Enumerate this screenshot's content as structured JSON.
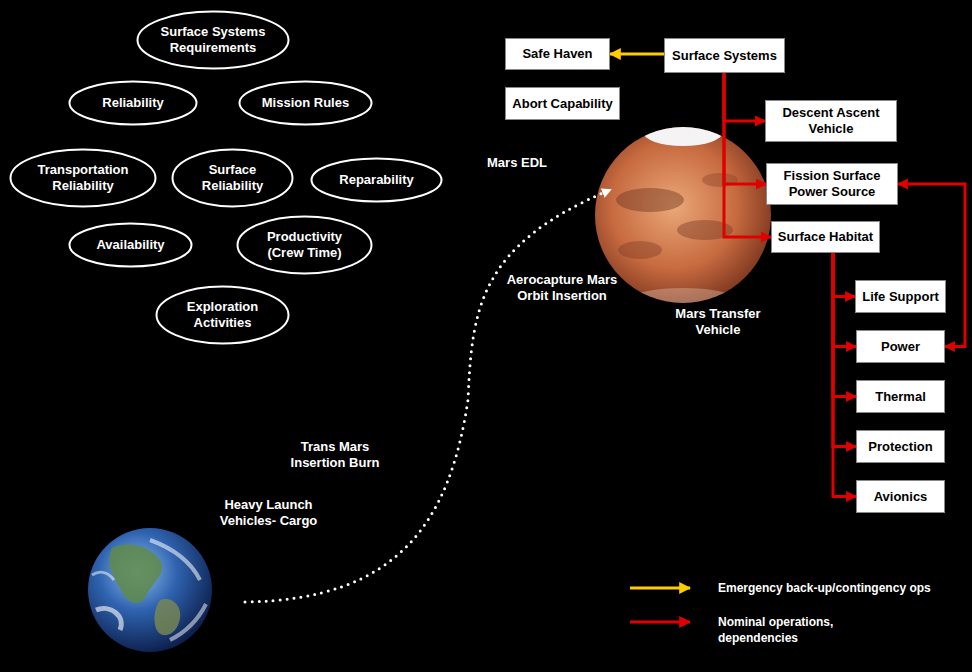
{
  "diagram": {
    "nodes": [
      {
        "text": [
          "Surface Systems Requirements"
        ]
      },
      {
        "text": [
          "Reliability"
        ]
      },
      {
        "text": [
          "Mission Rules"
        ]
      },
      {
        "text": [
          "Transportation Reliability"
        ]
      },
      {
        "text": [
          "Surface Reliability"
        ]
      },
      {
        "text": [
          "Reparability"
        ]
      },
      {
        "text": [
          "Availability"
        ]
      },
      {
        "text": [
          "Productivity (Crew Time)"
        ]
      },
      {
        "text": [
          "Exploration Activities"
        ]
      },
      {
        "text": [
          "Safe Haven"
        ]
      },
      {
        "text": [
          "Surface Systems"
        ]
      },
      {
        "text": [
          "Abort Capability"
        ]
      },
      {
        "text": [
          "Descent Ascent Vehicle"
        ]
      },
      {
        "text": [
          "Fission Surface Power Source"
        ]
      },
      {
        "text": [
          "Surface Habitat"
        ]
      },
      {
        "text": [
          "Life Support"
        ]
      },
      {
        "text": [
          "Power"
        ]
      },
      {
        "text": [
          "Thermal"
        ]
      },
      {
        "text": [
          "Protection"
        ]
      },
      {
        "text": [
          "Avionics"
        ]
      }
    ],
    "edges": [
      {
        "from": 10,
        "to": 9,
        "arrow": "to"
      },
      {
        "from": 10,
        "to": 12,
        "arrow": "to"
      },
      {
        "from": 10,
        "to": 13,
        "arrow": "to"
      },
      {
        "from": 10,
        "to": 14,
        "arrow": "to"
      },
      {
        "from": 14,
        "to": 15,
        "arrow": "to"
      },
      {
        "from": 14,
        "to": 16,
        "arrow": "to"
      },
      {
        "from": 14,
        "to": 17,
        "arrow": "to"
      },
      {
        "from": 14,
        "to": 18,
        "arrow": "to"
      },
      {
        "from": 14,
        "to": 19,
        "arrow": "to"
      },
      {
        "from": 13,
        "to": 16,
        "arrow": "both"
      }
    ],
    "labels": [
      "Mars EDL",
      "Aerocapture Mars Orbit Insertion",
      "Mars Transfer Vehicle",
      "Trans Mars Insertion Burn",
      "Heavy Launch Vehicles- Cargo"
    ],
    "legend": [
      {
        "text": "Emergency back-up/contingency ops"
      },
      {
        "text": "Nominal operations, dependencies"
      }
    ]
  }
}
